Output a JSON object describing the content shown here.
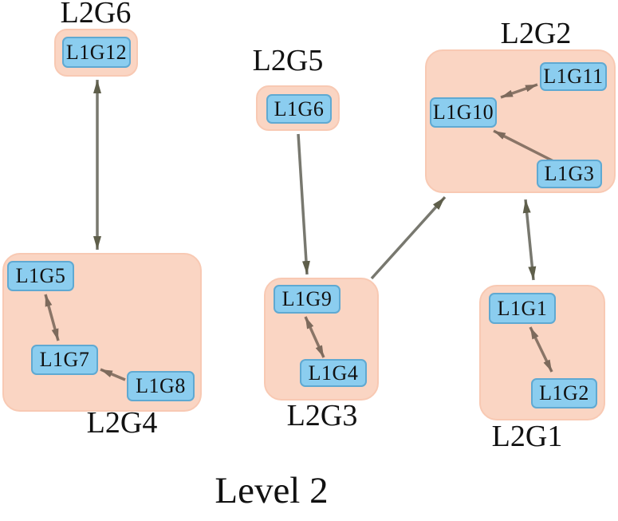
{
  "title": "Level 2",
  "colors": {
    "background": "#ffffff",
    "cluster_fill": "#fad5c3",
    "cluster_border": "#f8c9b3",
    "node_fill": "#8bcdef",
    "node_border": "#5fa9d2",
    "intra_edge": "#8a7567",
    "inter_edge": "#78786f",
    "inter_arrowhead": "#5e5e4a",
    "text": "#111111"
  },
  "clusters": [
    {
      "id": "L2G6",
      "label": "L2G6",
      "label_position": "above",
      "nodes": [
        {
          "id": "L1G12",
          "label": "L1G12"
        }
      ]
    },
    {
      "id": "L2G5",
      "label": "L2G5",
      "label_position": "above",
      "nodes": [
        {
          "id": "L1G6",
          "label": "L1G6"
        }
      ]
    },
    {
      "id": "L2G2",
      "label": "L2G2",
      "label_position": "above",
      "nodes": [
        {
          "id": "L1G11",
          "label": "L1G11"
        },
        {
          "id": "L1G10",
          "label": "L1G10"
        },
        {
          "id": "L1G3",
          "label": "L1G3"
        }
      ]
    },
    {
      "id": "L2G4",
      "label": "L2G4",
      "label_position": "below",
      "nodes": [
        {
          "id": "L1G5",
          "label": "L1G5"
        },
        {
          "id": "L1G7",
          "label": "L1G7"
        },
        {
          "id": "L1G8",
          "label": "L1G8"
        }
      ]
    },
    {
      "id": "L2G3",
      "label": "L2G3",
      "label_position": "below",
      "nodes": [
        {
          "id": "L1G9",
          "label": "L1G9"
        },
        {
          "id": "L1G4",
          "label": "L1G4"
        }
      ]
    },
    {
      "id": "L2G1",
      "label": "L2G1",
      "label_position": "below",
      "nodes": [
        {
          "id": "L1G1",
          "label": "L1G1"
        },
        {
          "id": "L1G2",
          "label": "L1G2"
        }
      ]
    }
  ],
  "edges": [
    {
      "from": "L2G6",
      "to": "L2G4",
      "type": "inter-cluster",
      "direction": "bidirectional"
    },
    {
      "from": "L1G6",
      "to": "L1G9",
      "type": "inter-cluster",
      "direction": "one-way"
    },
    {
      "from": "L2G3",
      "to": "L2G2",
      "type": "inter-cluster",
      "direction": "one-way"
    },
    {
      "from": "L2G2",
      "to": "L2G1",
      "type": "inter-cluster",
      "direction": "bidirectional"
    },
    {
      "from": "L1G5",
      "to": "L1G7",
      "type": "intra-cluster",
      "direction": "bidirectional"
    },
    {
      "from": "L1G8",
      "to": "L1G7",
      "type": "intra-cluster",
      "direction": "one-way"
    },
    {
      "from": "L1G9",
      "to": "L1G4",
      "type": "intra-cluster",
      "direction": "bidirectional"
    },
    {
      "from": "L1G10",
      "to": "L1G11",
      "type": "intra-cluster",
      "direction": "bidirectional"
    },
    {
      "from": "L1G3",
      "to": "L1G10",
      "type": "intra-cluster",
      "direction": "one-way"
    },
    {
      "from": "L1G1",
      "to": "L1G2",
      "type": "intra-cluster",
      "direction": "bidirectional"
    }
  ]
}
